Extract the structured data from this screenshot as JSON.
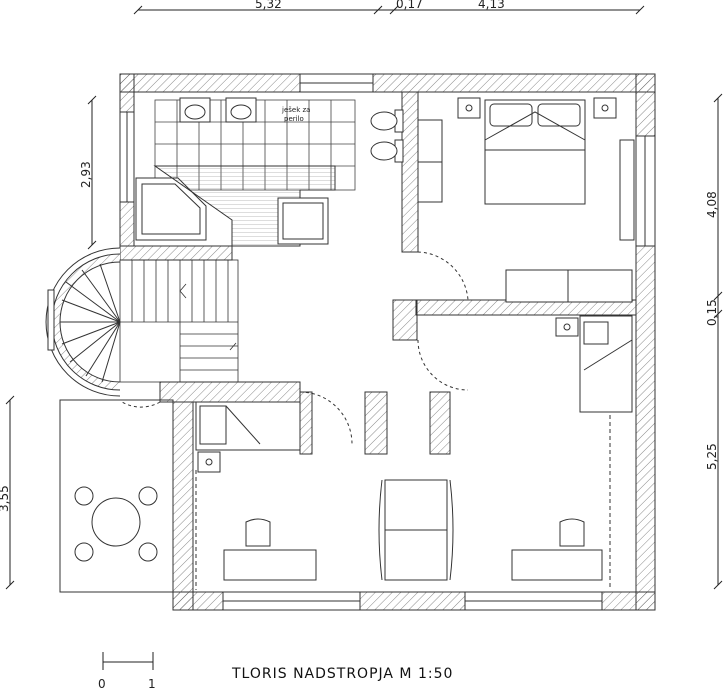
{
  "title": "TLORIS NADSTROPJA  M 1:50",
  "top_dimensions": {
    "d1": "5,32",
    "d2": "0,17",
    "d3": "4,13"
  },
  "left_dimensions": {
    "upper": "2,93",
    "lower": "3,55"
  },
  "right_dimensions": {
    "upper": "4,08",
    "middle": "0,15",
    "lower": "5,25"
  },
  "room_label": {
    "line1": "ješek za",
    "line2": "perilo"
  },
  "scale_bar": {
    "start": "0",
    "end": "1"
  }
}
